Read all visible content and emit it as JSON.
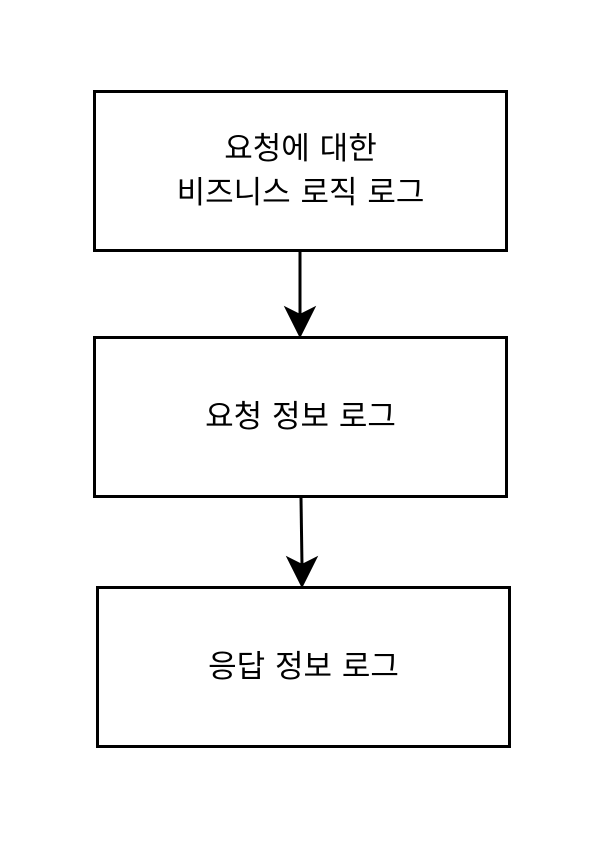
{
  "diagram": {
    "nodes": [
      {
        "id": "n1",
        "lines": [
          "요청에 대한",
          "비즈니스 로직 로그"
        ]
      },
      {
        "id": "n2",
        "lines": [
          "요청 정보 로그"
        ]
      },
      {
        "id": "n3",
        "lines": [
          "응답 정보 로그"
        ]
      }
    ],
    "edges": [
      {
        "from": "n1",
        "to": "n2"
      },
      {
        "from": "n2",
        "to": "n3"
      }
    ],
    "colors": {
      "stroke": "#000000",
      "fill": "#ffffff",
      "text": "#000000"
    }
  }
}
